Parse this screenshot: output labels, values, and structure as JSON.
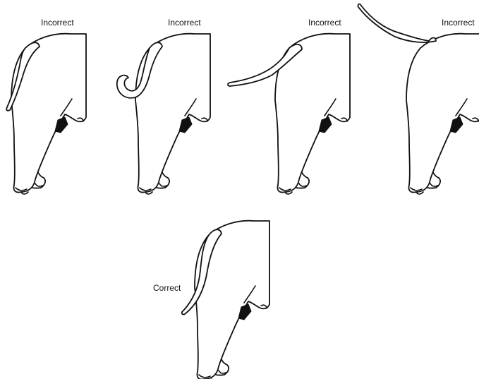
{
  "diagram": {
    "figures": [
      {
        "id": "fig-1",
        "label": "Incorrect",
        "tail_style": "hooked-down-tight"
      },
      {
        "id": "fig-2",
        "label": "Incorrect",
        "tail_style": "curled"
      },
      {
        "id": "fig-3",
        "label": "Incorrect",
        "tail_style": "held-straight-out"
      },
      {
        "id": "fig-4",
        "label": "Incorrect",
        "tail_style": "raised-high"
      },
      {
        "id": "fig-5",
        "label": "Correct",
        "tail_style": "hanging-natural"
      }
    ]
  },
  "colors": {
    "line": "#111111",
    "background": "#ffffff"
  }
}
